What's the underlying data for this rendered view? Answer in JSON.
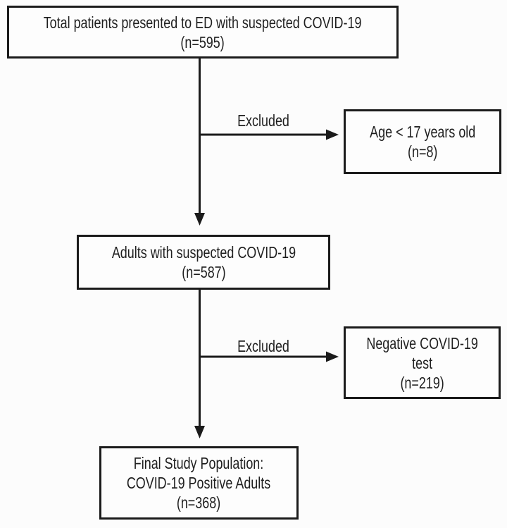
{
  "figure": {
    "background_color": "#fcfcfc",
    "box_fill_color": "#fdfdfd",
    "line_color": "#1b1b1b",
    "text_color": "#1f1f1f"
  },
  "flow": {
    "total": {
      "lines": [
        "Total patients presented to ED with suspected COVID-19",
        "(n=595)"
      ]
    },
    "excluded_1": {
      "label": "Excluded"
    },
    "age": {
      "lines": [
        "Age < 17 years old",
        "(n=8)"
      ]
    },
    "adults": {
      "lines": [
        "Adults with suspected COVID-19",
        "(n=587)"
      ]
    },
    "excluded_2": {
      "label": "Excluded"
    },
    "negative": {
      "lines": [
        "Negative COVID-19",
        "test",
        "(n=219)"
      ]
    },
    "final": {
      "lines": [
        "Final Study Population:",
        "COVID-19 Positive Adults",
        "(n=368)"
      ]
    }
  }
}
